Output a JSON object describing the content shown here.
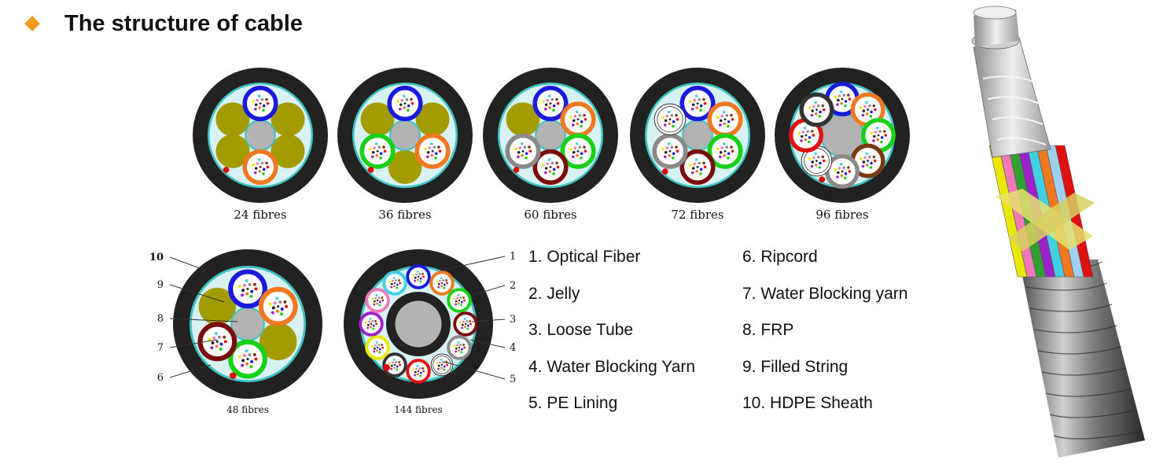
{
  "title": "The structure of cable",
  "colors": {
    "bullet": "#f39a1d",
    "sheath": "#222222",
    "lining": "#3fc3c3",
    "inner": "#d8f1f3",
    "frp": "#b3b3b3",
    "filler": "#a39c00",
    "ripcord": "#e00000"
  },
  "cables": [
    {
      "caption": "24 fibres",
      "tubes": [
        "#1a1adc",
        "#f07820"
      ],
      "fillers": 4
    },
    {
      "caption": "36 fibres",
      "tubes": [
        "#1a1adc",
        "#f07820",
        "#18d018"
      ],
      "fillers": 3
    },
    {
      "caption": "60 fibres",
      "tubes": [
        "#1a1adc",
        "#f07820",
        "#18d018",
        "#7a0c0c",
        "#8a8a8a"
      ],
      "fillers": 1
    },
    {
      "caption": "72 fibres",
      "tubes": [
        "#1a1adc",
        "#f07820",
        "#18d018",
        "#7a0c0c",
        "#8a8a8a",
        "#ffffff"
      ],
      "fillers": 0
    },
    {
      "caption": "96 fibres",
      "tubes": [
        "#1a1adc",
        "#f07820",
        "#18d018",
        "#7a3a10",
        "#8a8a8a",
        "#ffffff",
        "#e01010",
        "#333333"
      ],
      "fillers": 0
    },
    {
      "caption": "48 fibres",
      "tubes": [
        "#1a1adc",
        "#f07820",
        "#18d018",
        "#7a0c0c"
      ],
      "fillers": 2
    },
    {
      "caption": "144 fibres",
      "tubes": [
        "#1a1adc",
        "#f07820",
        "#18d018",
        "#7a0c0c",
        "#8a8a8a",
        "#ffffff",
        "#e01010",
        "#333333",
        "#e8e800",
        "#9a22c8",
        "#f07ab8",
        "#40d0e0"
      ],
      "fillers": 0
    }
  ],
  "callouts_left": [
    "10",
    "9",
    "8",
    "7",
    "6"
  ],
  "callouts_right": [
    "1",
    "2",
    "3",
    "4",
    "5"
  ],
  "legend": [
    "1. Optical Fiber",
    "6. Ripcord",
    "2. Jelly",
    "7. Water Blocking yarn",
    "3. Loose Tube",
    "8. FRP",
    "4. Water Blocking Yarn",
    "9. Filled String",
    "5. PE Lining",
    "10. HDPE Sheath"
  ],
  "cable_render": {
    "strand_colors": [
      "#e8e800",
      "#f07ab8",
      "#30a030",
      "#9a22c8",
      "#40d0e0",
      "#f07820",
      "#a0d0f0",
      "#e01010"
    ]
  }
}
